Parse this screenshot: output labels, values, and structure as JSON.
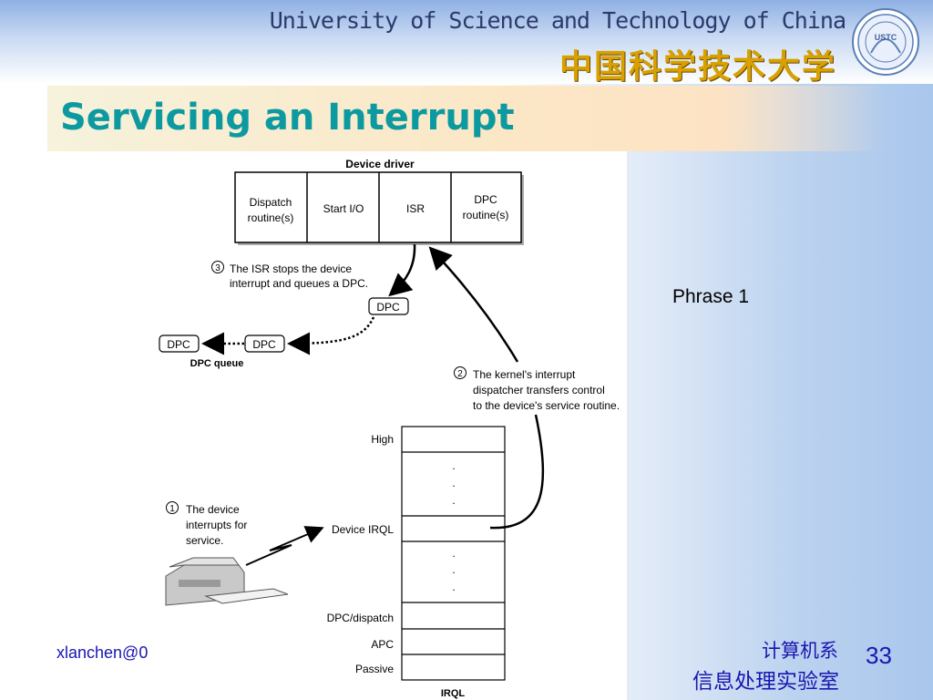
{
  "header": {
    "university_en": "University of Science and Technology of China",
    "university_cn": "中国科学技术大学",
    "logo_text": "USTC"
  },
  "slide": {
    "title": "Servicing an Interrupt",
    "side_note": "Phrase 1"
  },
  "diagram": {
    "device_driver_label": "Device driver",
    "driver_routines": [
      {
        "line1": "Dispatch",
        "line2": "routine(s)"
      },
      {
        "line1": "Start I/O",
        "line2": ""
      },
      {
        "line1": "ISR",
        "line2": ""
      },
      {
        "line1": "DPC",
        "line2": "routine(s)"
      }
    ],
    "step3": {
      "num": "3",
      "line1": "The ISR stops the device",
      "line2": "interrupt and queues a DPC."
    },
    "dpc_label": "DPC",
    "dpc_queue_label": "DPC queue",
    "step2": {
      "num": "2",
      "line1": "The kernel's interrupt",
      "line2": "dispatcher transfers control",
      "line3": "to the device's service routine."
    },
    "step1": {
      "num": "1",
      "line1": "The device",
      "line2": "interrupts for",
      "line3": "service."
    },
    "irql_levels": {
      "high": "High",
      "device": "Device IRQL",
      "dpc_dispatch": "DPC/dispatch",
      "apc": "APC",
      "passive": "Passive"
    },
    "irql_axis_label": "IRQL",
    "ellipsis": "."
  },
  "footer": {
    "email": "xlanchen@0",
    "dept_cn": "计算机系",
    "lab_cn": "信息处理实验室",
    "page_number": "33"
  }
}
